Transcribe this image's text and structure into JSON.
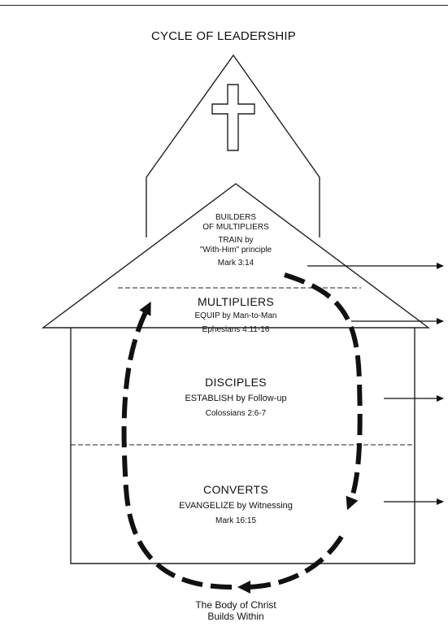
{
  "title": "CYCLE OF LEADERSHIP",
  "levels": [
    {
      "heading_lines": [
        "BUILDERS",
        "OF MULTIPLIERS"
      ],
      "action_lines": [
        "TRAIN by",
        "\"With-Him\" principle"
      ],
      "reference": "Mark 3:14"
    },
    {
      "heading": "MULTIPLIERS",
      "action": "EQUIP by Man-to-Man",
      "reference": "Ephesians 4:11-16"
    },
    {
      "heading": "DISCIPLES",
      "action": "ESTABLISH by Follow-up",
      "reference": "Colossians 2:6-7"
    },
    {
      "heading": "CONVERTS",
      "action": "EVANGELIZE by Witnessing",
      "reference": "Mark 16:15"
    }
  ],
  "footer_lines": [
    "The Body of Christ",
    "Builds Within"
  ]
}
